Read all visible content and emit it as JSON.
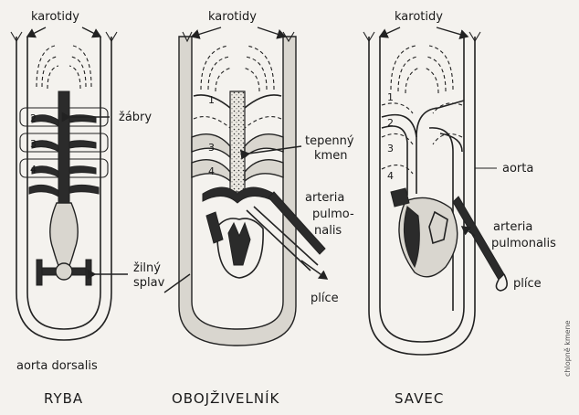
{
  "panels": {
    "fish": {
      "top_label": "karotidy",
      "gills_label": "žábry",
      "sinus_label_1": "žilný",
      "sinus_label_2": "splav",
      "aorta_label": "aorta dorsalis",
      "caption": "RYBA"
    },
    "amphibian": {
      "top_label": "karotidy",
      "trunk_label_1": "tepenný",
      "trunk_label_2": "kmen",
      "arteria_label_1": "arteria",
      "arteria_label_2": "pulmo-",
      "arteria_label_3": "nalis",
      "lungs_label": "plíce",
      "caption": "OBOJŽIVELNÍK"
    },
    "mammal": {
      "top_label": "karotidy",
      "aorta_label": "aorta",
      "arteria_label_1": "arteria",
      "arteria_label_2": "pulmonalis",
      "lungs_label": "plíce",
      "caption": "SAVEC"
    }
  },
  "arch_numbers": [
    "1",
    "2",
    "3",
    "4"
  ],
  "side_note": "chlopně kmene"
}
